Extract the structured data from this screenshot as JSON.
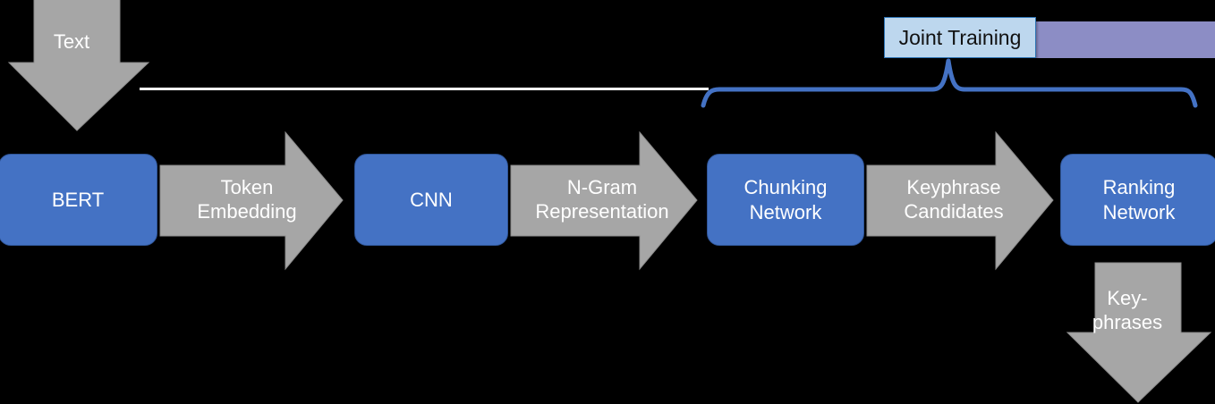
{
  "diagram": {
    "title": "Keyphrase extraction pipeline with joint training",
    "background_color": "#000000",
    "node_fill_color": "#4472C4",
    "node_border_color": "#2F5597",
    "arrow_fill_color": "#A6A6A6",
    "arrow_text_color": "#FFFFFF",
    "brace_color": "#4472C4",
    "purple_bar_color": "#8C8DC5",
    "joint_box_fill": "#BDD7EE",
    "joint_box_border": "#2E75B6"
  },
  "nodes": [
    {
      "id": "bert",
      "label": "BERT"
    },
    {
      "id": "cnn",
      "label": "CNN"
    },
    {
      "id": "chunking",
      "label": "Chunking\nNetwork"
    },
    {
      "id": "ranking",
      "label": "Ranking\nNetwork"
    }
  ],
  "arrows": [
    {
      "id": "input-text",
      "label": "Text",
      "direction": "down"
    },
    {
      "id": "token-embedding",
      "label": "Token\nEmbedding",
      "direction": "right"
    },
    {
      "id": "ngram-representation",
      "label": "N-Gram\nRepresentation",
      "direction": "right"
    },
    {
      "id": "keyphrase-candidates",
      "label": "Keyphrase\nCandidates",
      "direction": "right"
    },
    {
      "id": "output-keyphrases",
      "label": "Key-\nphrases",
      "direction": "down"
    }
  ],
  "annotation": {
    "joint_training_label": "Joint Training"
  }
}
